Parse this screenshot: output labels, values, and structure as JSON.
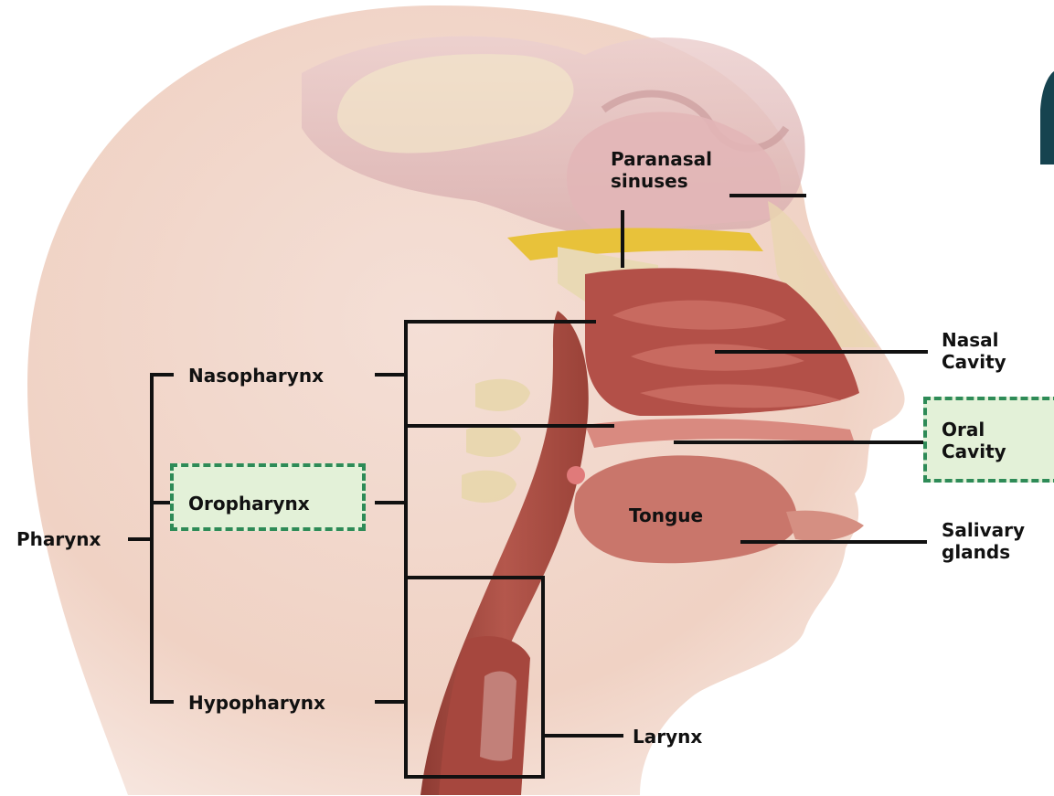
{
  "labels": {
    "paranasal_sinuses_line1": "Paranasal",
    "paranasal_sinuses_line2": "sinuses",
    "nasal_cavity_line1": "Nasal",
    "nasal_cavity_line2": "Cavity",
    "oral_cavity_line1": "Oral",
    "oral_cavity_line2": "Cavity",
    "tongue": "Tongue",
    "salivary_glands_line1": "Salivary",
    "salivary_glands_line2": "glands",
    "nasopharynx": "Nasopharynx",
    "oropharynx": "Oropharynx",
    "hypopharynx": "Hypopharynx",
    "pharynx": "Pharynx",
    "larynx": "Larynx"
  },
  "colors": {
    "highlight_fill": "#e3f1d8",
    "highlight_border": "#2e8b57",
    "line": "#111111",
    "skin": "#e8b9a6",
    "tissue": "#b5524a",
    "brain": "#e6c2c0"
  }
}
